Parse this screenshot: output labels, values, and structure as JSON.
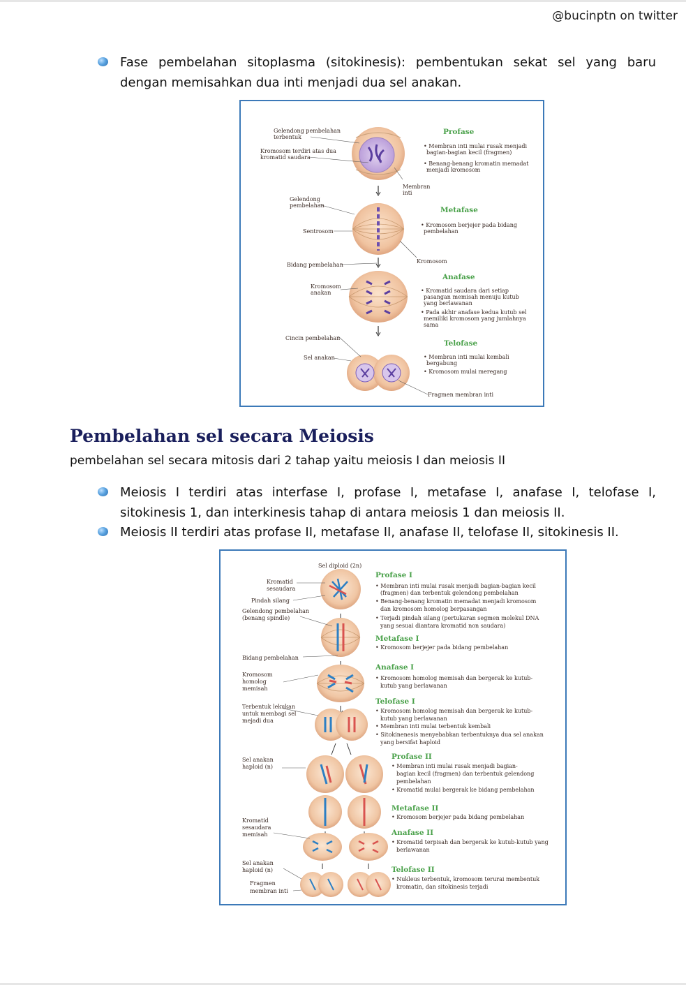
{
  "header": {
    "handle": "@bucinptn on twitter"
  },
  "mitosis_bullet": "Fase pembelahan sitoplasma (sitokinesis): pembentukan sekat sel yang baru dengan memisahkan dua inti menjadi dua sel anakan.",
  "figure_mitosis": {
    "labels": {
      "gelendong_terbentuk_1": "Gelendong pembelahan",
      "gelendong_terbentuk_2": "terbentuk",
      "kromosom_dua_1": "Kromosom terdiri atas dua",
      "kromosom_dua_2": "kromatid saudara",
      "membran_1": "Membran",
      "membran_2": "inti",
      "gelendong_1": "Gelendong",
      "gelendong_2": "pembelahan",
      "sentrosom": "Sentrosom",
      "bidang": "Bidang pembelahan",
      "kromosom": "Kromosom",
      "kromosom_anakan_1": "Kromosom",
      "kromosom_anakan_2": "anakan",
      "cincin": "Cincin pembelahan",
      "sel_anakan": "Sel anakan",
      "fragmen": "Fragmen membran inti"
    },
    "stages": [
      {
        "title": "Profase",
        "lines": [
          "• Membran inti mulai rusak menjadi",
          "bagian-bagian kecil (fragmen)",
          "• Benang-benang kromatin memadat",
          "menjadi kromosom"
        ]
      },
      {
        "title": "Metafase",
        "lines": [
          "• Kromosom berjejer pada bidang",
          "pembelahan"
        ]
      },
      {
        "title": "Anafase",
        "lines": [
          "• Kromatid saudara dari setiap",
          "pasangan memisah menuju kutub",
          "yang berlawanan",
          "• Pada akhir anafase kedua kutub sel",
          "memiliki kromosom yang jumlahnya",
          "sama"
        ]
      },
      {
        "title": "Telofase",
        "lines": [
          "• Membran inti mulai kembali",
          "bergabung",
          "• Kromosom mulai meregang"
        ]
      }
    ]
  },
  "meiosis": {
    "title": "Pembelahan sel secara Meiosis",
    "subtitle": "pembelahan sel secara mitosis dari 2 tahap yaitu meiosis I dan meiosis II",
    "bullets": [
      "Meiosis I terdiri atas  interfase I, profase I, metafase I, anafase I, telofase I, sitokinesis 1, dan interkinesis  tahap di antara meiosis 1 dan meiosis II.",
      "Meiosis II terdiri atas profase II, metafase II, anafase II, telofase II, sitokinesis II."
    ]
  },
  "figure_meiosis": {
    "labels": {
      "diploid": "Sel diploid (2n)",
      "kromatid_1": "Kromatid",
      "kromatid_2": "sesaudara",
      "pindah": "Pindah silang",
      "gelendong_1": "Gelendong pembelahan",
      "gelendong_2": "(benang spindle)",
      "bidang": "Bidang pembelahan",
      "homolog_1": "Kromosom",
      "homolog_2": "homolog",
      "homolog_3": "memisah",
      "lekukan_1": "Terbentuk lekukan",
      "lekukan_2": "untuk membagi sel",
      "lekukan_3": "mejadi dua",
      "haploid_1": "Sel anakan",
      "haploid_2": "haploid (n)",
      "kromatid_memisah_1": "Kromatid",
      "kromatid_memisah_2": "sesaudara",
      "kromatid_memisah_3": "memisah",
      "haploid_b_1": "Sel anakan",
      "haploid_b_2": "haploid (n)",
      "fragmen_1": "Fragmen",
      "fragmen_2": "membran inti"
    },
    "stages": [
      {
        "title": "Profase I",
        "lines": [
          "• Membran inti mulai rusak menjadi bagian-bagian kecil",
          "(fragmen) dan terbentuk gelendong pembelahan",
          "• Benang-benang kromatin memadat menjadi kromosom",
          "dan kromosom homolog berpasangan",
          "• Terjadi pindah silang (pertukaran segmen molekul DNA",
          "yang sesuai diantara kromatid non saudara)"
        ]
      },
      {
        "title": "Metafase I",
        "lines": [
          "• Kromosom berjejer pada bidang pembelahan"
        ]
      },
      {
        "title": "Anafase I",
        "lines": [
          "• Kromosom homolog memisah dan bergerak ke kutub-",
          "kutub yang berlawanan"
        ]
      },
      {
        "title": "Telofase I",
        "lines": [
          "• Kromosom homolog memisah dan bergerak ke kutub-",
          "kutub yang berlawanan",
          "• Membran inti mulai terbentuk kembali",
          "• Sitokinenesis menyebabkan terbentuknya dua sel anakan",
          "yang bersifat haploid"
        ]
      },
      {
        "title": "Profase II",
        "lines": [
          "• Membran inti mulai rusak menjadi bagian-",
          "bagian kecil (fragmen) dan terbentuk gelendong",
          "pembelahan",
          "• Kromatid mulai bergerak ke bidang pembelahan"
        ]
      },
      {
        "title": "Metafase II",
        "lines": [
          "• Kromosom berjejer pada bidang pembelahan"
        ]
      },
      {
        "title": "Anafase II",
        "lines": [
          "• Kromatid terpisah dan bergerak ke kutub-kutub yang",
          "berlawanan"
        ]
      },
      {
        "title": "Telofase II",
        "lines": [
          "• Nukleus terbentuk, kromosom terurai membentuk",
          "kromatin, dan sitokinesis terjadi"
        ]
      }
    ]
  }
}
